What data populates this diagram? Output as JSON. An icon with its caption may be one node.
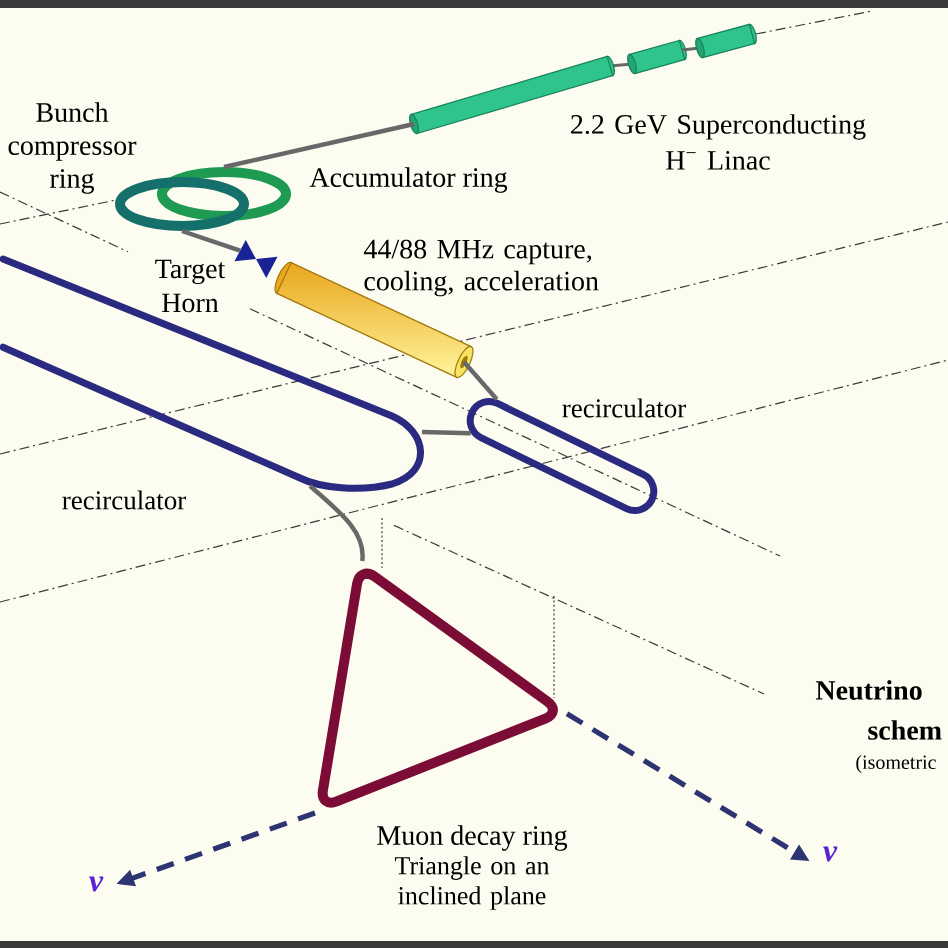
{
  "diagram": {
    "nodes": [
      {
        "text": [],
        "shape": "cylinder",
        "beside": [
          "2.2 GeV Superconducting H$^{−}$ Linac"
        ]
      },
      {
        "text": [],
        "shape": "ring",
        "beside": [
          "Accumulator ring"
        ]
      },
      {
        "text": [],
        "shape": "ring",
        "beside": [
          "Bunch compressor ring"
        ]
      },
      {
        "text": [],
        "shape": "picture",
        "beside": [
          "Target Horn"
        ]
      },
      {
        "text": [],
        "shape": "cylinder",
        "beside": [
          "44/88 MHz capture, cooling, acceleration"
        ]
      },
      {
        "text": [],
        "shape": "racetrack",
        "beside": [
          "recirculator"
        ]
      },
      {
        "text": [],
        "shape": "racetrack",
        "beside": [
          "recirculator"
        ]
      },
      {
        "text": [],
        "shape": "triangle",
        "beside": [
          "Muon decay ring",
          "Triangle on an inclined plane"
        ]
      },
      {
        "text": [
          "ν"
        ]
      },
      {
        "text": [
          "ν"
        ]
      }
    ],
    "edges": [
      {
        "from": 0,
        "to": 1,
        "arrow": "none"
      },
      {
        "from": 2,
        "to": 3,
        "arrow": "none"
      },
      {
        "from": 4,
        "to": 5,
        "arrow": "none"
      },
      {
        "from": 5,
        "to": 6,
        "arrow": "none"
      },
      {
        "from": 6,
        "to": 7,
        "arrow": "none"
      },
      {
        "from": 7,
        "to": 8,
        "arrow": "to",
        "style": "dashed",
        "color": "#2e3372"
      },
      {
        "from": 7,
        "to": 9,
        "arrow": "to",
        "style": "dashed",
        "color": "#2e3372"
      }
    ],
    "labels": [
      "Neutrino",
      "schem",
      "(isometric"
    ]
  }
}
